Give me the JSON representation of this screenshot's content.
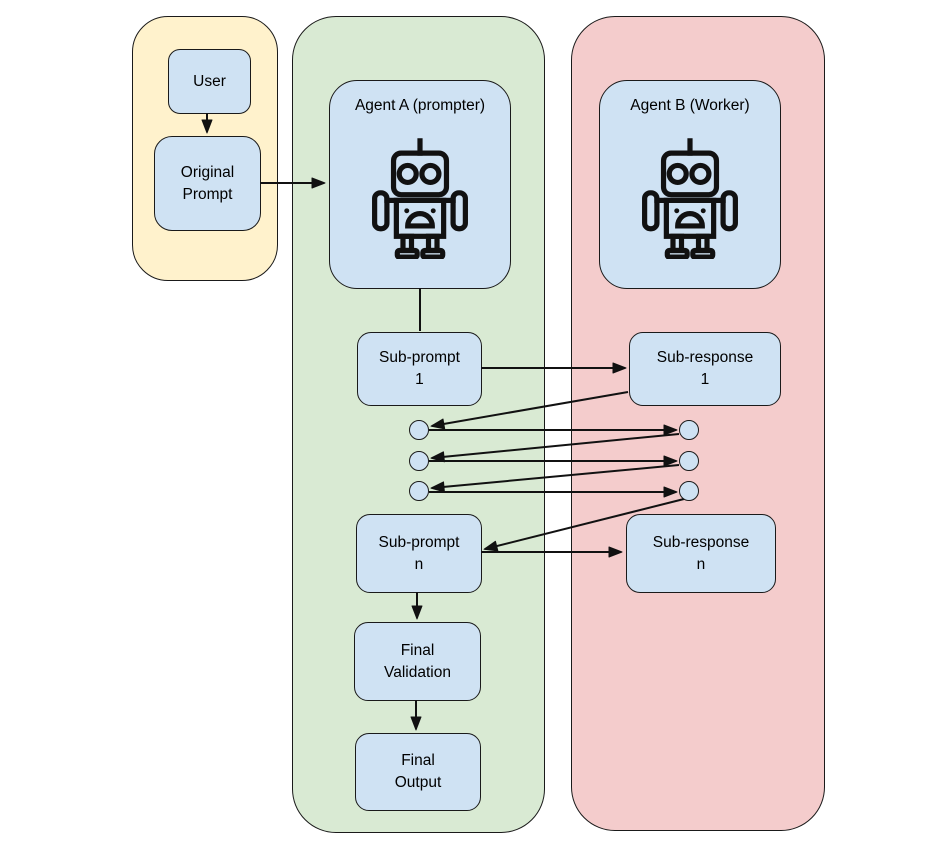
{
  "diagram": {
    "description": "Two-agent prompting workflow diagram",
    "palette": {
      "user_lane_fill": "#FFF2CC",
      "agent_a_lane_fill": "#D9EAD3",
      "agent_b_lane_fill": "#F4CCCC",
      "node_fill": "#CFE2F3",
      "outline": "#1a1a1a",
      "arrow": "#111111"
    }
  },
  "nodes": {
    "user": {
      "label": "User"
    },
    "original_prompt": {
      "label": "Original\nPrompt"
    },
    "agent_a": {
      "label": "Agent A (prompter)",
      "icon": "robot-icon"
    },
    "agent_b": {
      "label": "Agent B (Worker)",
      "icon": "robot-icon"
    },
    "sub_prompt_1": {
      "label": "Sub-prompt\n1"
    },
    "sub_response_1": {
      "label": "Sub-response\n1"
    },
    "sub_prompt_n": {
      "label": "Sub-prompt\nn"
    },
    "sub_response_n": {
      "label": "Sub-response\nn"
    },
    "final_validation": {
      "label": "Final\nValidation"
    },
    "final_output": {
      "label": "Final\nOutput"
    }
  },
  "iteration_dots": {
    "left_count": 3,
    "right_count": 3
  },
  "edges": [
    {
      "from": "user",
      "to": "original-prompt",
      "arrowhead": true
    },
    {
      "from": "original-prompt",
      "to": "agent-a",
      "arrowhead": true
    },
    {
      "from": "agent-a",
      "to": "sub-prompt-1",
      "arrowhead": false
    },
    {
      "from": "sub-prompt-1",
      "to": "sub-response-1",
      "arrowhead": true
    },
    {
      "from": "sub-response-1",
      "to": "dot-left-1",
      "arrowhead": true
    },
    {
      "from": "dot-left-1",
      "to": "dot-right-1",
      "arrowhead": true
    },
    {
      "from": "dot-right-1",
      "to": "dot-left-2",
      "arrowhead": true
    },
    {
      "from": "dot-left-2",
      "to": "dot-right-2",
      "arrowhead": true
    },
    {
      "from": "dot-right-2",
      "to": "dot-left-3",
      "arrowhead": true
    },
    {
      "from": "dot-left-3",
      "to": "dot-right-3",
      "arrowhead": true
    },
    {
      "from": "dot-right-3",
      "to": "sub-prompt-n",
      "arrowhead": true
    },
    {
      "from": "sub-prompt-n",
      "to": "sub-response-n",
      "arrowhead": true
    },
    {
      "from": "sub-prompt-n",
      "to": "final-validation",
      "arrowhead": true
    },
    {
      "from": "final-validation",
      "to": "final-output",
      "arrowhead": true
    }
  ]
}
